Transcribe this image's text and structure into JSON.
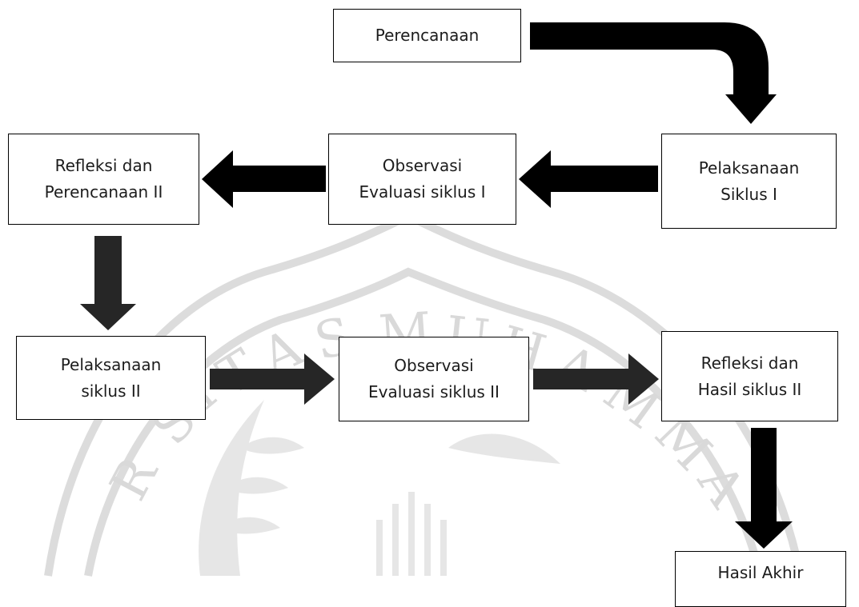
{
  "watermark": {
    "text": "UNIVERSITAS MUHAMMADIYAH",
    "color": "#dcdcdc"
  },
  "nodes": {
    "perencanaan": {
      "lines": [
        "Perencanaan"
      ]
    },
    "pelaksanaan_1": {
      "lines": [
        "Pelaksanaan",
        "Siklus I"
      ]
    },
    "observasi_1": {
      "lines": [
        "Observasi",
        "Evaluasi siklus I"
      ]
    },
    "refleksi_1": {
      "lines": [
        "Refleksi dan",
        "Perencanaan II"
      ]
    },
    "pelaksanaan_2": {
      "lines": [
        "Pelaksanaan",
        "siklus II"
      ]
    },
    "observasi_2": {
      "lines": [
        "Observasi",
        "Evaluasi siklus II"
      ]
    },
    "refleksi_2": {
      "lines": [
        "Refleksi dan",
        "Hasil siklus II"
      ]
    },
    "hasil_akhir": {
      "lines": [
        "Hasil Akhir"
      ]
    }
  },
  "colors": {
    "arrow_black": "#000000",
    "arrow_dark": "#262626",
    "border": "#000000"
  }
}
